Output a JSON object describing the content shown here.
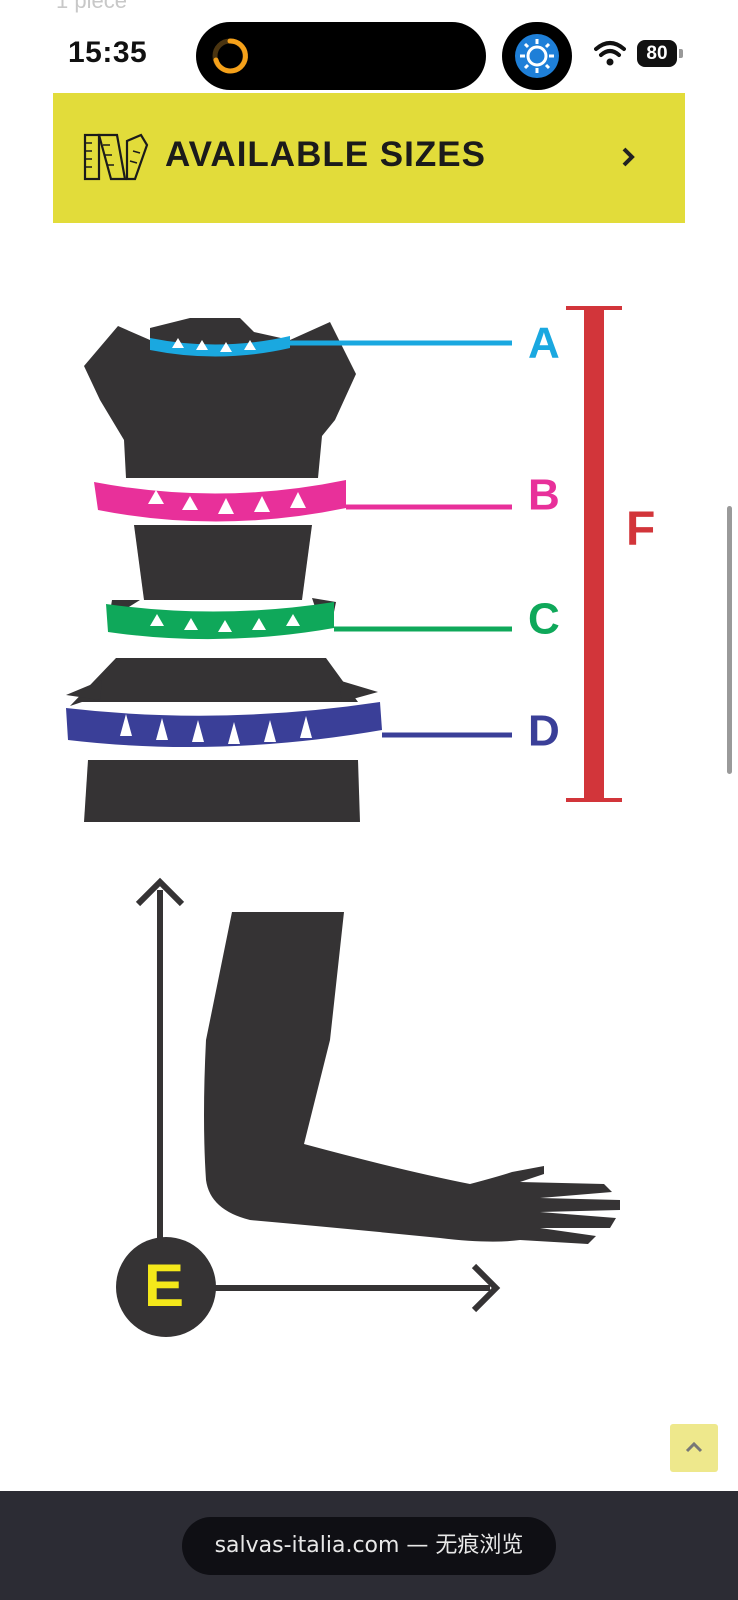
{
  "status_bar": {
    "time": "15:35",
    "battery": "80"
  },
  "faint_top_text": "1 piece",
  "sizes_banner": {
    "label": "AVAILABLE SIZES",
    "color": "#e2dc3a"
  },
  "diagram": {
    "labels": {
      "a": "A",
      "b": "B",
      "c": "C",
      "d": "D",
      "e": "E",
      "f": "F"
    },
    "colors": {
      "a": "#1aa8e0",
      "b": "#e8309a",
      "c": "#0fa85a",
      "d": "#3a3f98",
      "f": "#d2353a",
      "e": "#f4e81a",
      "body": "#353334"
    }
  },
  "browser": {
    "url": "salvas-italia.com — 无痕浏览"
  }
}
